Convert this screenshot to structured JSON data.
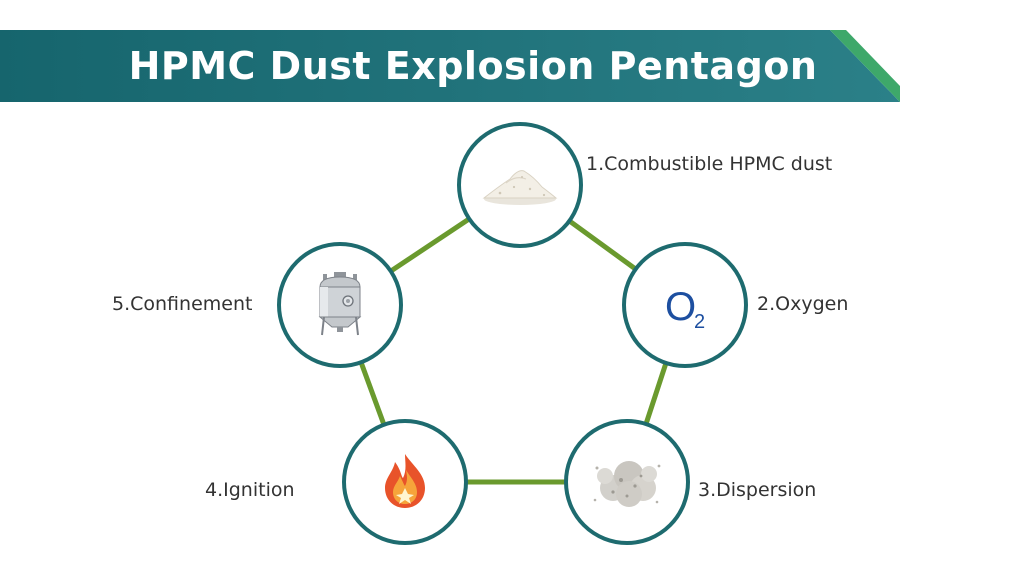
{
  "title": "HPMC Dust Explosion Pentagon",
  "colors": {
    "banner_dark": "#16656d",
    "banner_light": "#2a7d84",
    "banner_accent": "#3ea86a",
    "edge": "#6a9a2e",
    "node_ring": "#1e6b6f",
    "oxygen_text": "#1d4fa0"
  },
  "nodes": [
    {
      "label": "1.Combustible HPMC dust",
      "icon": "powder-pile-icon"
    },
    {
      "label": "2.Oxygen",
      "icon": "oxygen-icon",
      "icon_text": "O",
      "icon_subscript": "2"
    },
    {
      "label": "3.Dispersion",
      "icon": "dust-cloud-icon"
    },
    {
      "label": "4.Ignition",
      "icon": "flame-icon"
    },
    {
      "label": "5.Confinement",
      "icon": "vessel-icon"
    }
  ]
}
